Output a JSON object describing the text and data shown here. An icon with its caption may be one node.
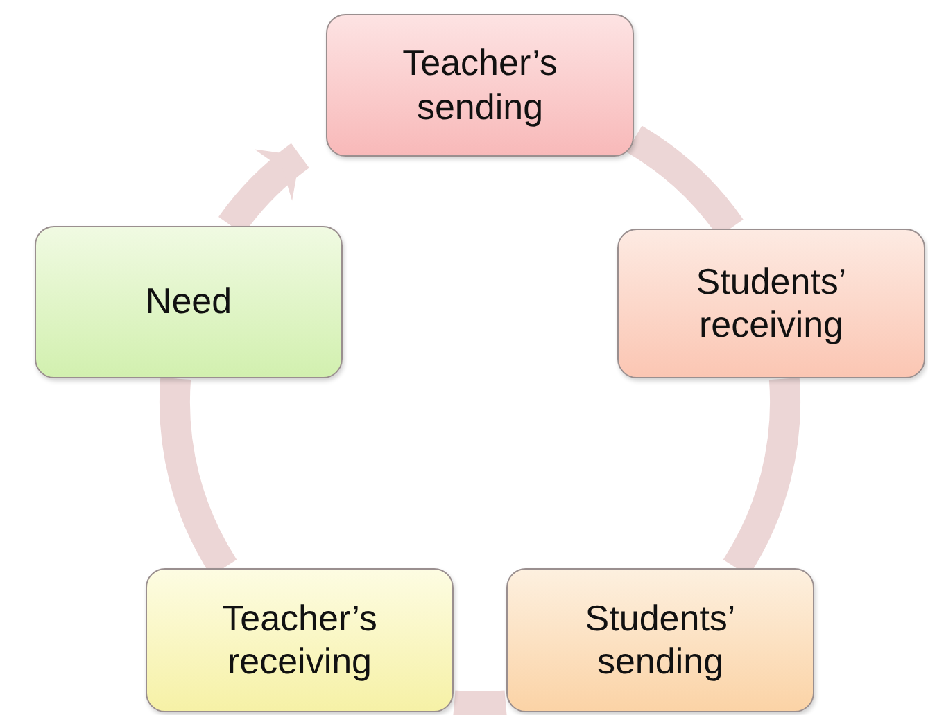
{
  "diagram": {
    "nodes": [
      {
        "text": [
          "Teacher’s sending"
        ]
      },
      {
        "text": [
          "Students’ receiving"
        ]
      },
      {
        "text": [
          "Students’ sending"
        ]
      },
      {
        "text": [
          "Teacher’s receiving"
        ]
      },
      {
        "text": [
          "Need"
        ]
      }
    ],
    "edges": [
      {
        "from": 0,
        "to": 1,
        "arrow": "none"
      },
      {
        "from": 1,
        "to": 2,
        "arrow": "none"
      },
      {
        "from": 2,
        "to": 3,
        "arrow": "none"
      },
      {
        "from": 3,
        "to": 4,
        "arrow": "none"
      },
      {
        "from": 4,
        "to": 0,
        "arrow": "to"
      }
    ]
  }
}
